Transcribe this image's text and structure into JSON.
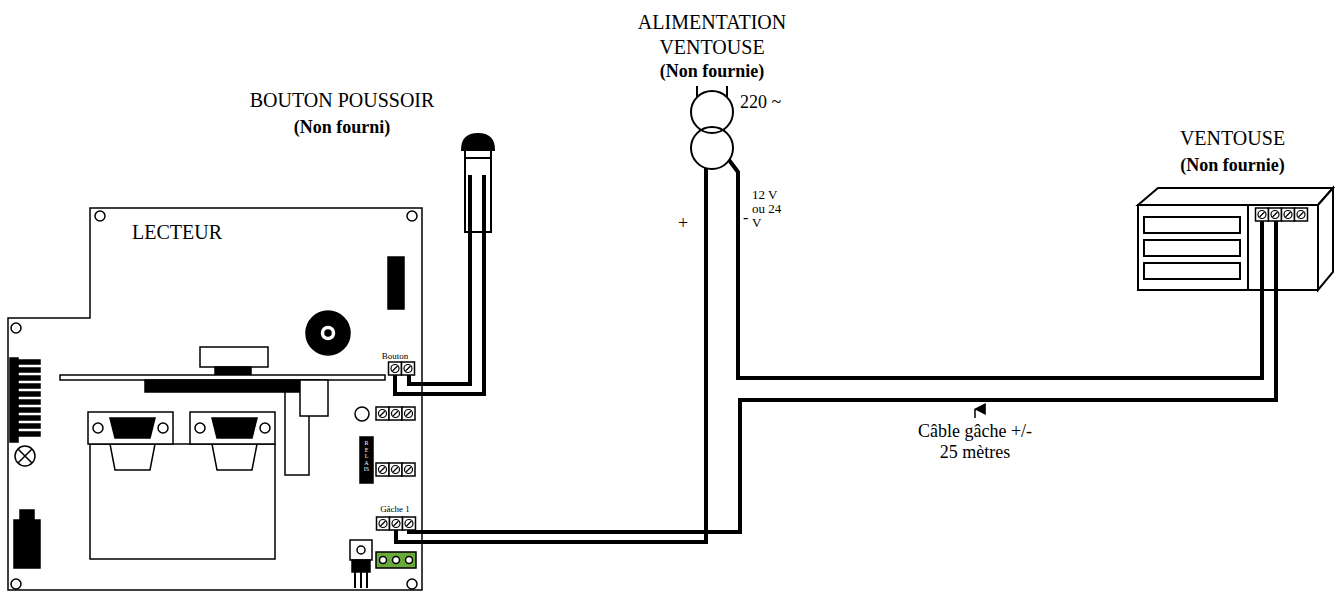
{
  "diagram": {
    "nodes": [
      {
        "text": [
          "ALIMENTATION VENTOUSE",
          "(Non fournie)",
          "220 ~",
          "12 V ou 24 V",
          "+",
          "-"
        ]
      },
      {
        "text": [
          "BOUTON POUSSOIR",
          "(Non fourni)"
        ]
      },
      {
        "text": [
          "VENTOUSE",
          "(Non fournie)"
        ]
      },
      {
        "text": [
          "LECTEUR"
        ]
      }
    ],
    "edges": [
      {
        "from": 3,
        "to": 1,
        "arrow": "none"
      },
      {
        "from": 3,
        "to": 0,
        "arrow": "none"
      },
      {
        "from": 3,
        "to": 2,
        "label": "Câble gâche +/- 25 mètres",
        "arrow": "none"
      },
      {
        "from": 0,
        "to": 2,
        "arrow": "none"
      }
    ],
    "labels": [
      "Bouton",
      "Gâche 1",
      "RELAIS"
    ]
  }
}
